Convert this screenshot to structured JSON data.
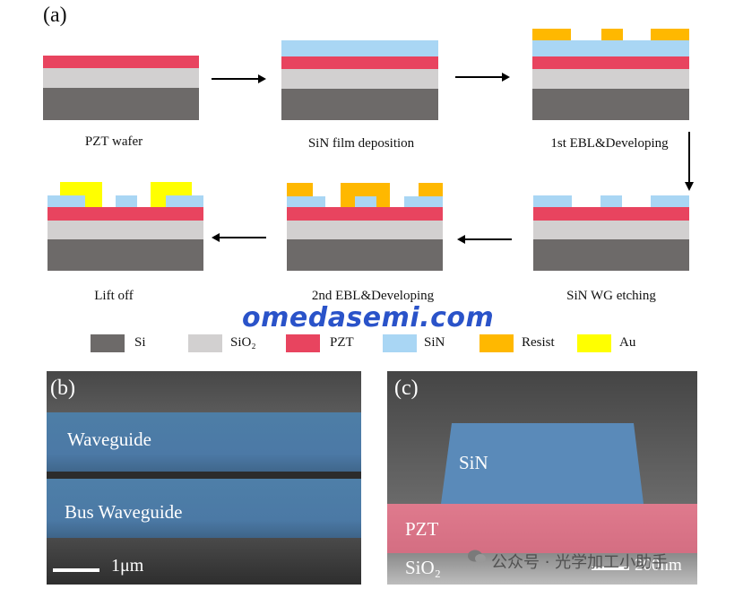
{
  "panel_a": {
    "letter": "(a)",
    "steps": [
      {
        "label": "PZT wafer"
      },
      {
        "label": "SiN film deposition"
      },
      {
        "label": "1st EBL&Developing"
      },
      {
        "label": "SiN WG etching"
      },
      {
        "label": "2nd EBL&Developing"
      },
      {
        "label": "Lift off"
      }
    ],
    "watermark": "omedasemi.com",
    "legend": [
      {
        "name": "Si",
        "color": "#6d6a69"
      },
      {
        "name": "SiO₂",
        "color": "#d2d0d0"
      },
      {
        "name": "PZT",
        "color": "#e8445f"
      },
      {
        "name": "SiN",
        "color": "#a9d6f4"
      },
      {
        "name": "Resist",
        "color": "#ffb800"
      },
      {
        "name": "Au",
        "color": "#ffff00"
      }
    ]
  },
  "panel_b": {
    "letter": "(b)",
    "label_top": "Waveguide",
    "label_bottom": "Bus Waveguide",
    "scale": "1μm"
  },
  "panel_c": {
    "letter": "(c)",
    "label_sin": "SiN",
    "label_pzt": "PZT",
    "label_sio2": "SiO₂",
    "scale": "200nm",
    "wechat": "公众号 · 光学加工小助手"
  }
}
